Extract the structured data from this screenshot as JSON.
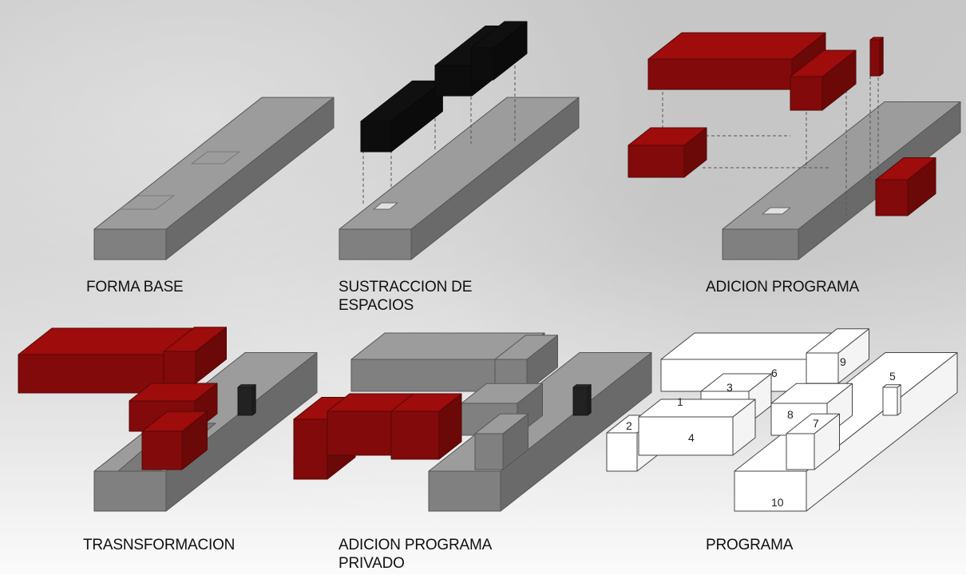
{
  "palette": {
    "base_gray": "#8e8e8e",
    "subtracted_black": "#101010",
    "program_red": "#9e0c0c",
    "outline_white": "#ffffff"
  },
  "steps": [
    {
      "id": "forma-base",
      "lines": [
        "FORMA BASE"
      ]
    },
    {
      "id": "sustraccion",
      "lines": [
        "SUSTRACCION DE",
        "ESPACIOS"
      ]
    },
    {
      "id": "adicion-programa",
      "lines": [
        "ADICION PROGRAMA"
      ]
    },
    {
      "id": "trasnsformacion",
      "lines": [
        "TRASNSFORMACION"
      ]
    },
    {
      "id": "adicion-privado",
      "lines": [
        "ADICION PROGRAMA",
        "PRIVADO"
      ]
    },
    {
      "id": "programa",
      "lines": [
        "PROGRAMA"
      ]
    }
  ],
  "program_numbers": [
    "1",
    "2",
    "3",
    "4",
    "5",
    "6",
    "7",
    "8",
    "9",
    "10"
  ]
}
